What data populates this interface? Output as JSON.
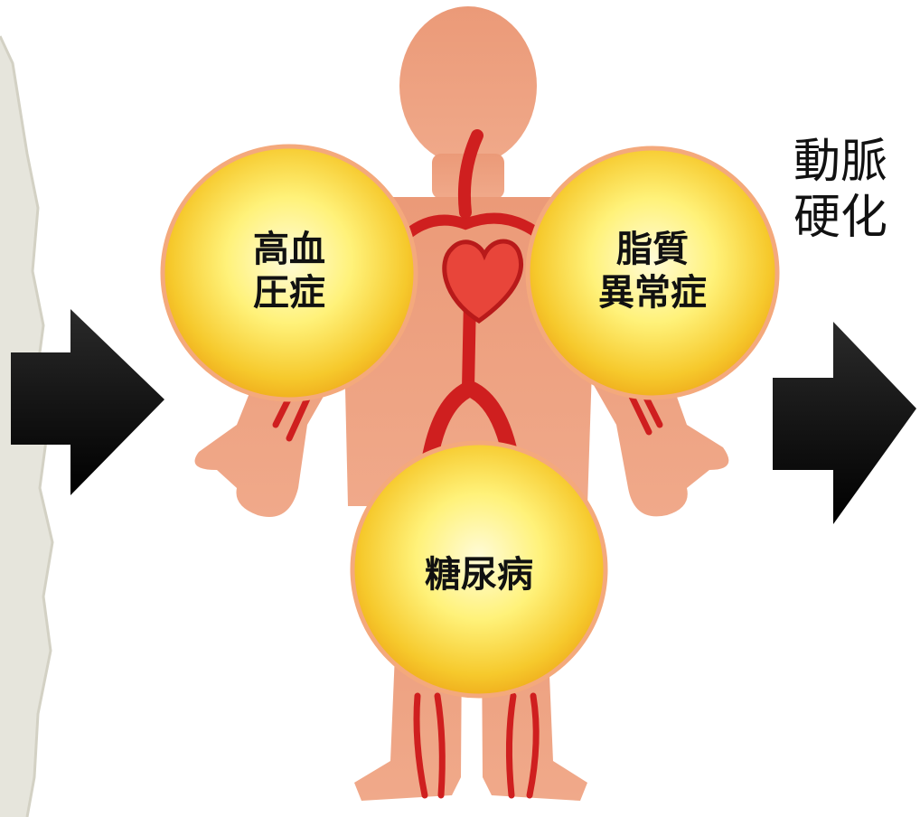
{
  "colors": {
    "body": "#e9926f",
    "artery": "#cc1a1a",
    "bubble_center": "#fffbd2",
    "bubble_edge": "#f4c228",
    "arrow": "#0b0b0b",
    "left_panel": "#e7e6dd"
  },
  "bubbles": {
    "hypertension": {
      "line1": "高血",
      "line2": "圧症"
    },
    "dyslipidemia": {
      "line1": "脂質",
      "line2": "異常症"
    },
    "diabetes": {
      "line1": "糖尿病"
    }
  },
  "outcome": {
    "line1": "動脈",
    "line2": "硬化"
  }
}
